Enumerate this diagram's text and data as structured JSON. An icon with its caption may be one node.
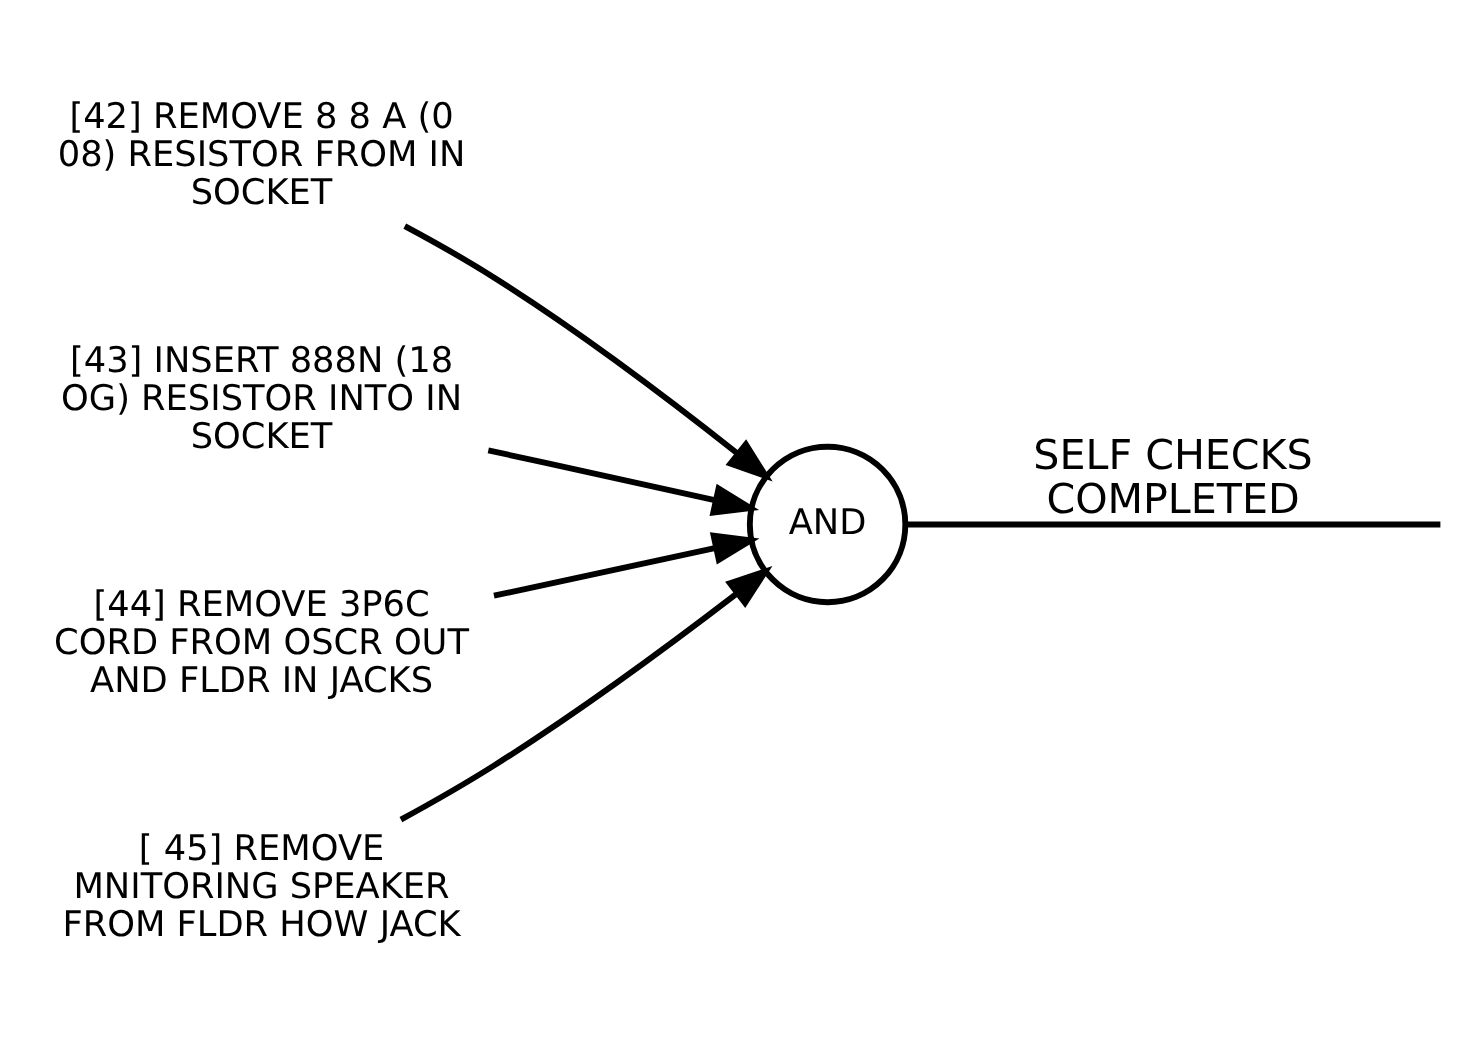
{
  "diagram": {
    "nodes": [
      {
        "text": [
          "[42] REMOVE 8 8 A (0 08) RESISTOR FROM IN SOCKET"
        ]
      },
      {
        "text": [
          "[43] INSERT 888N (18 OG) RESISTOR INTO IN SOCKET"
        ]
      },
      {
        "text": [
          "[44] REMOVE 3P6C CORD FROM OSCR OUT AND FLDR IN JACKS"
        ]
      },
      {
        "text": [
          "[ 45] REMOVE MNITORING SPEAKER FROM FLDR HOW JACK"
        ]
      },
      {
        "text": [
          "AND"
        ]
      }
    ],
    "edges": [
      {
        "from": 0,
        "to": 4,
        "arrow": "to"
      },
      {
        "from": 1,
        "to": 4,
        "arrow": "to"
      },
      {
        "from": 2,
        "to": 4,
        "arrow": "to"
      },
      {
        "from": 3,
        "to": 4,
        "arrow": "to"
      },
      {
        "from": 4,
        "to": null,
        "arrow": "none",
        "label": "SELF CHECKS COMPLETED"
      }
    ]
  }
}
